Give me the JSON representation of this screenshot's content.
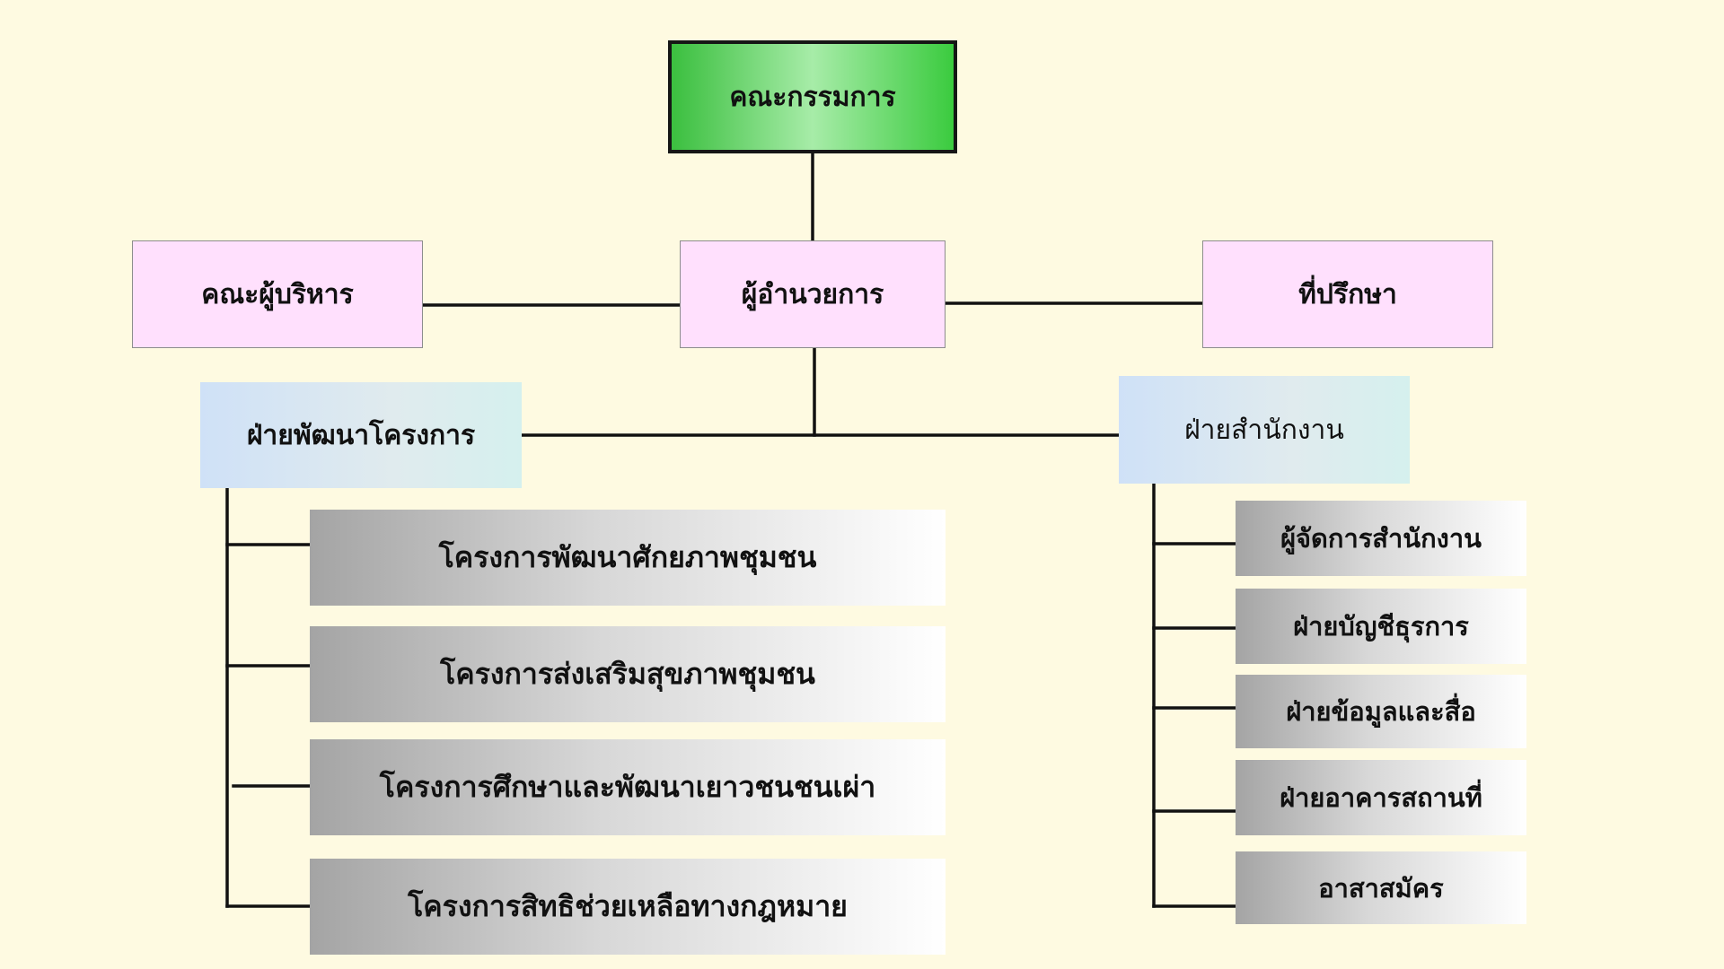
{
  "chart": {
    "top": {
      "label": "คณะกรรมการ"
    },
    "executives": {
      "label": "คณะผู้บริหาร"
    },
    "director": {
      "label": "ผู้อำนวยการ"
    },
    "advisors": {
      "label": "ที่ปรึกษา"
    },
    "dev_division": {
      "label": "ฝ่ายพัฒนาโครงการ",
      "projects": [
        "โครงการพัฒนาศักยภาพชุมชน",
        "โครงการส่งเสริมสุขภาพชุมชน",
        "โครงการศึกษาและพัฒนาเยาวชนชนเผ่า",
        "โครงการสิทธิช่วยเหลือทางกฎหมาย"
      ]
    },
    "office_division": {
      "label": "ฝ่ายสำนักงาน",
      "units": [
        "ผู้จัดการสำนักงาน",
        "ฝ่ายบัญชีธุรการ",
        "ฝ่ายข้อมูลและสื่อ",
        "ฝ่ายอาคารสถานที่",
        "อาสาสมัคร"
      ]
    }
  },
  "colors": {
    "background": "#fefae1",
    "top_box": "#3bbf3f",
    "top_box_highlight": "#a7eca8",
    "pink_box": "#ffe0fd",
    "blue_box": "#cfe1f7",
    "gray_box_dark": "#a4a4a4",
    "gray_box_light": "#ffffff",
    "line": "#111111"
  }
}
